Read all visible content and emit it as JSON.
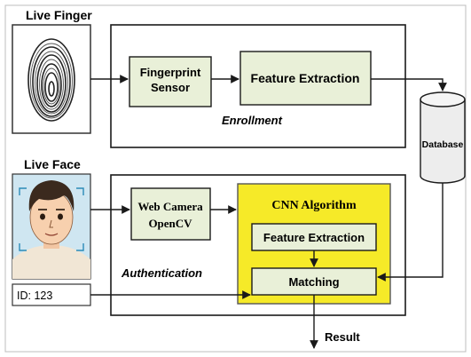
{
  "labels": {
    "live_finger": "Live Finger",
    "live_face": "Live Face",
    "fingerprint_sensor_line1": "Fingerprint",
    "fingerprint_sensor_line2": "Sensor",
    "feature_extraction_enroll": "Feature Extraction",
    "enrollment": "Enrollment",
    "database": "Database",
    "web_camera_line1": "Web Camera",
    "web_camera_line2": "OpenCV",
    "cnn_algorithm": "CNN Algorithm",
    "feature_extraction_auth": "Feature Extraction",
    "matching": "Matching",
    "authentication": "Authentication",
    "id_value": "ID: 123",
    "result": "Result"
  },
  "colors": {
    "cnn_fill": "#f6ea28",
    "inner_box_fill": "#e9f0d8",
    "stroke": "#1a1a1a",
    "db_fill": "#ededed"
  },
  "icons": [
    "fingerprint-icon",
    "face-avatar-icon",
    "database-cylinder-icon"
  ]
}
